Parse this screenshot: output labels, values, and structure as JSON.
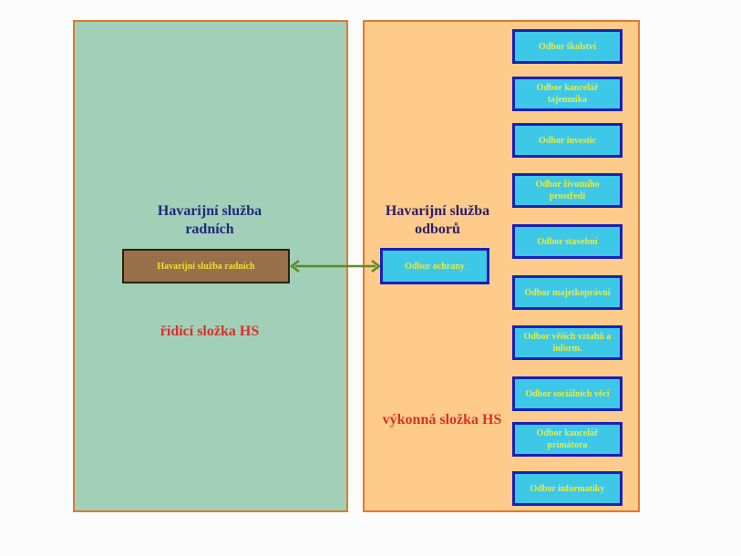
{
  "left_panel": {
    "heading": "Havarijní služba radních",
    "box_label": "Havarijní  služba radních",
    "role": "řídící složka HS"
  },
  "right_panel": {
    "heading": "Havarijní služba odborů",
    "center_box_label": "Odbor  ochrany",
    "role": "výkonná složka HS",
    "departments": [
      {
        "label": "Odbor  školství"
      },
      {
        "label": "Odbor  kancelář tajemníka"
      },
      {
        "label": "Odbor  investic"
      },
      {
        "label": "Odbor  životního prostředí"
      },
      {
        "label": "Odbor  stavební"
      },
      {
        "label": "Odbor majetkoprávní"
      },
      {
        "label": "Odbor  věších vztahů a inform."
      },
      {
        "label": "Odbor  sociálních věcí"
      },
      {
        "label": "Odbor  kancelář primátora"
      },
      {
        "label": "Odbor  informatiky"
      }
    ]
  },
  "colors": {
    "left_bg": "#a2cfb8",
    "right_bg": "#fecb8a",
    "panel_border": "#e07a2a",
    "dept_fill": "#3ec8e8",
    "dept_border": "#1820b8",
    "dept_text": "#e6ec40",
    "heading_text": "#1e2a7a",
    "role_text": "#d8302a",
    "brown_box": "#98704a",
    "arrow": "#5a8a2a"
  }
}
